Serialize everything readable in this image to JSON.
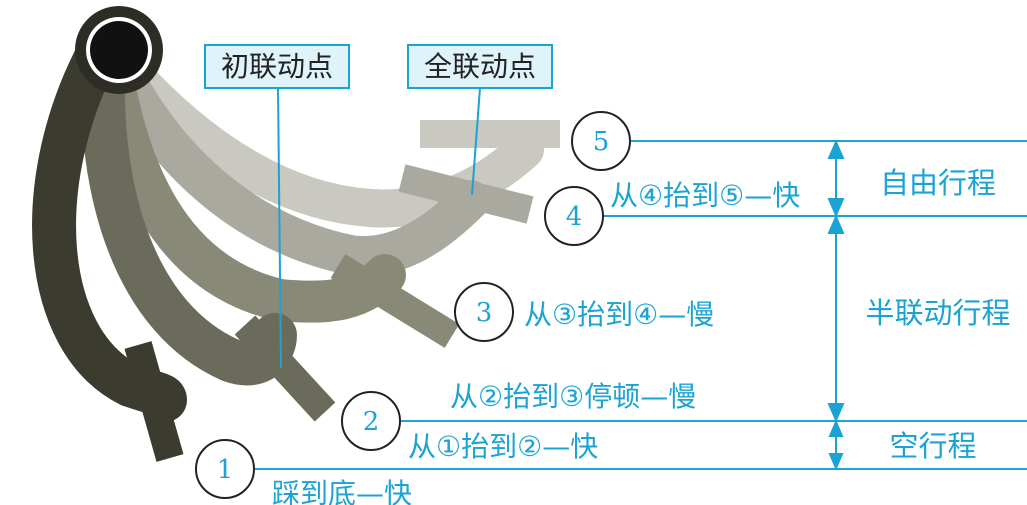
{
  "callouts": {
    "initial": "初联动点",
    "full": "全联动点"
  },
  "positions": [
    "1",
    "2",
    "3",
    "4",
    "5"
  ],
  "notes": {
    "n1": "踩到底—快",
    "n12": "从①抬到②—快",
    "n23": "从②抬到③停顿—慢",
    "n34": "从③抬到④—慢",
    "n45": "从④抬到⑤—快"
  },
  "ranges": {
    "free": "自由行程",
    "semi": "半联动行程",
    "empty": "空行程"
  },
  "colors": {
    "line": "#1aa3d3",
    "label_bg": "#dff3fa",
    "pedal_darkest": "#3b3b30",
    "pedal_lightest": "#c9c9c1"
  }
}
